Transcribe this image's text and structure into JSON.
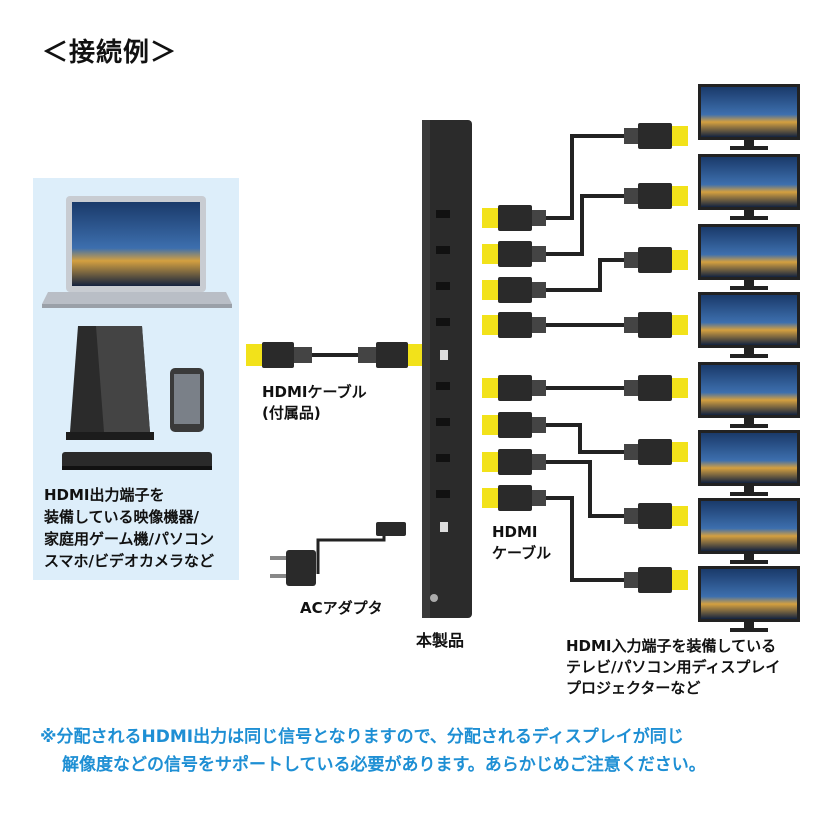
{
  "heading": "＜接続例＞",
  "source": {
    "caption_lines": [
      "HDMI出力端子を",
      "装備している映像機器/",
      "家庭用ゲーム機/パソコン",
      "スマホ/ビデオカメラなど"
    ]
  },
  "labels": {
    "cable_included_1": "HDMIケーブル",
    "cable_included_2": "(付属品)",
    "ac_adapter": "ACアダプタ",
    "product": "本製品",
    "hdmi_cable_1": "HDMI",
    "hdmi_cable_2": "ケーブル",
    "sink_1": "HDMI入力端子を装備している",
    "sink_2": "テレビ/パソコン用ディスプレイ",
    "sink_3": "プロジェクターなど"
  },
  "note": {
    "line1": "※分配されるHDMI出力は同じ信号となりますので、分配されるディスプレイが同じ",
    "line2": "解像度などの信号をサポートしている必要があります。あらかじめご注意ください。"
  },
  "colors": {
    "panel": "#ddeefa",
    "note": "#1e8fd4",
    "plug": "#f2e21a",
    "device": "#2b2b2b"
  }
}
